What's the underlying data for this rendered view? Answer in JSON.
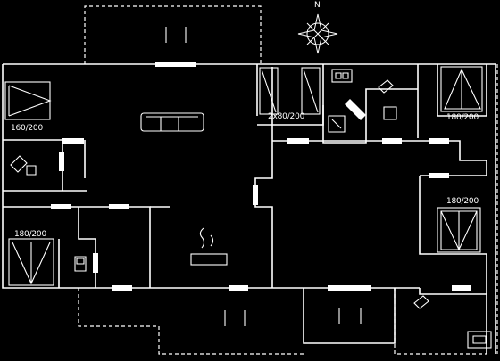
{
  "compass": {
    "north_label": "N"
  },
  "bed_labels": {
    "top_left": "160/200",
    "top_middle": "2x80/200",
    "top_right": "180/200",
    "right": "180/200",
    "bottom_left": "180/200"
  }
}
